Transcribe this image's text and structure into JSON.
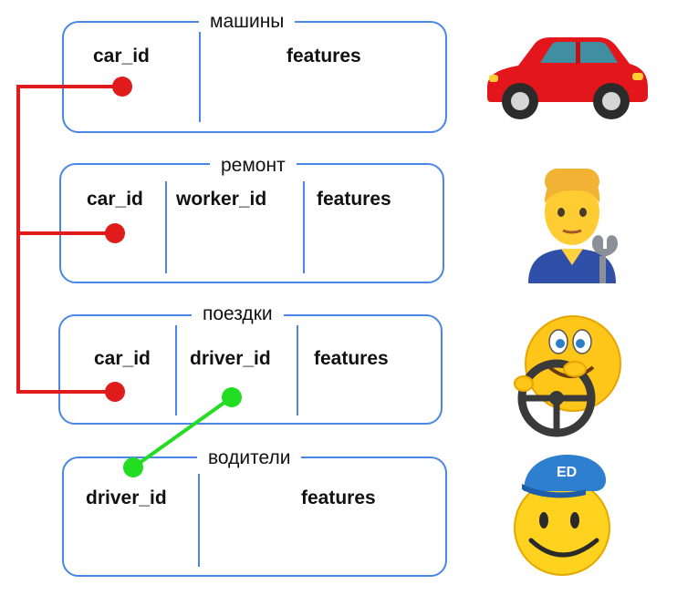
{
  "tables": [
    {
      "id": "cars",
      "title": "машины",
      "columns": [
        "car_id",
        "features"
      ]
    },
    {
      "id": "repairs",
      "title": "ремонт",
      "columns": [
        "car_id",
        "worker_id",
        "features"
      ]
    },
    {
      "id": "trips",
      "title": "поездки",
      "columns": [
        "car_id",
        "driver_id",
        "features"
      ]
    },
    {
      "id": "drivers",
      "title": "водители",
      "columns": [
        "driver_id",
        "features"
      ]
    }
  ],
  "icons": {
    "cars": "red-car-icon",
    "repairs": "mechanic-icon",
    "trips": "driving-smiley-icon",
    "drivers": "driver-cap-smiley-icon"
  },
  "cap_text": "ED",
  "colors": {
    "border": "#4a86e8",
    "car_link": "#e01b1b",
    "driver_link": "#22dd22"
  }
}
